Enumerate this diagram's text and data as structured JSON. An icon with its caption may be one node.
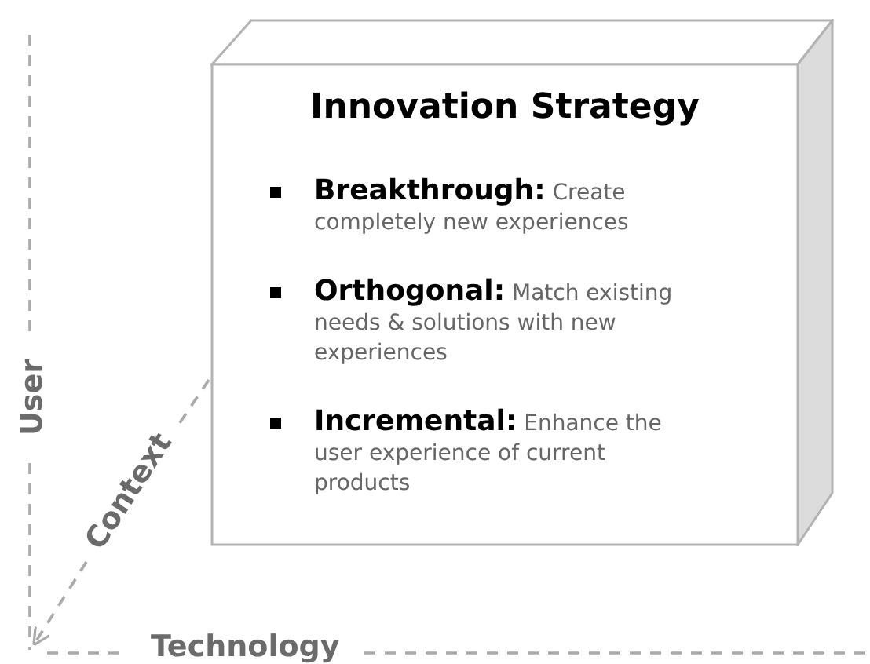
{
  "diagram": {
    "nodes": [
      {
        "text": [
          "Innovation Strategy",
          "**Breakthrough:** Create completely new experiences",
          "**Orthogonal:** Match existing needs & solutions with new experiences",
          "**Incremental:** Enhance the user experience of current products"
        ]
      }
    ],
    "labels": [
      "User",
      "Context",
      "Technology"
    ]
  }
}
